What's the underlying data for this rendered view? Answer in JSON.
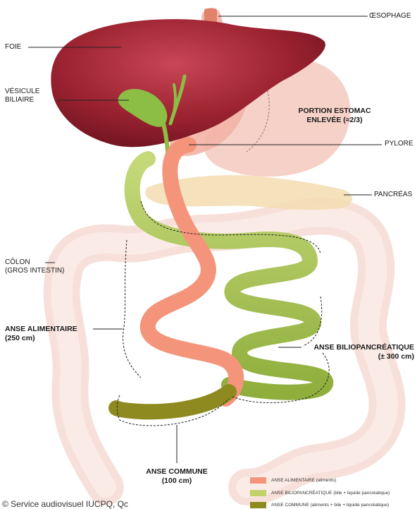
{
  "labels": {
    "oesophage": "ŒSOPHAGE",
    "foie": "FOIE",
    "vesicule_line1": "VÉSICULE",
    "vesicule_line2": "BILIAIRE",
    "portion_line1": "PORTION ESTOMAC",
    "portion_line2": "ENLEVÉE (≈2/3)",
    "pylore": "PYLORE",
    "pancreas": "PANCRÉAS",
    "colon_line1": "CÔLON",
    "colon_line2": "(GROS INTESTIN)",
    "anse_alimentaire_line1": "ANSE ALIMENTAIRE",
    "anse_alimentaire_line2": "(250 cm)",
    "anse_bilio_line1": "ANSE BILIOPANCRÉATIQUE",
    "anse_bilio_line2": "(± 300 cm)",
    "anse_commune_line1": "ANSE COMMUNE",
    "anse_commune_line2": "(100 cm)"
  },
  "legend": [
    {
      "text": "ANSE ALIMENTAIRE (aliments)",
      "color": "#f4957b"
    },
    {
      "text": "ANSE BILIOPANCRÉATIQUE (bile + liquide pancréatique)",
      "color": "#c2d26b"
    },
    {
      "text": "ANSE COMMUNE (aliments + bile + liquide pancréatique)",
      "color": "#8e8a1f"
    }
  ],
  "colors": {
    "liver": "#9b2230",
    "gallbladder": "#7fb23a",
    "stomach": "#f3b3a6",
    "pancreas": "#f3dcb0",
    "colon": "#f8ddd6",
    "alimentary": "#f4957b",
    "biliopancreatic": "#a9c452",
    "common": "#8e8a1f",
    "esophagus": "#e0836a"
  },
  "copyright": "© Service audiovisuel IUCPQ, Qc"
}
